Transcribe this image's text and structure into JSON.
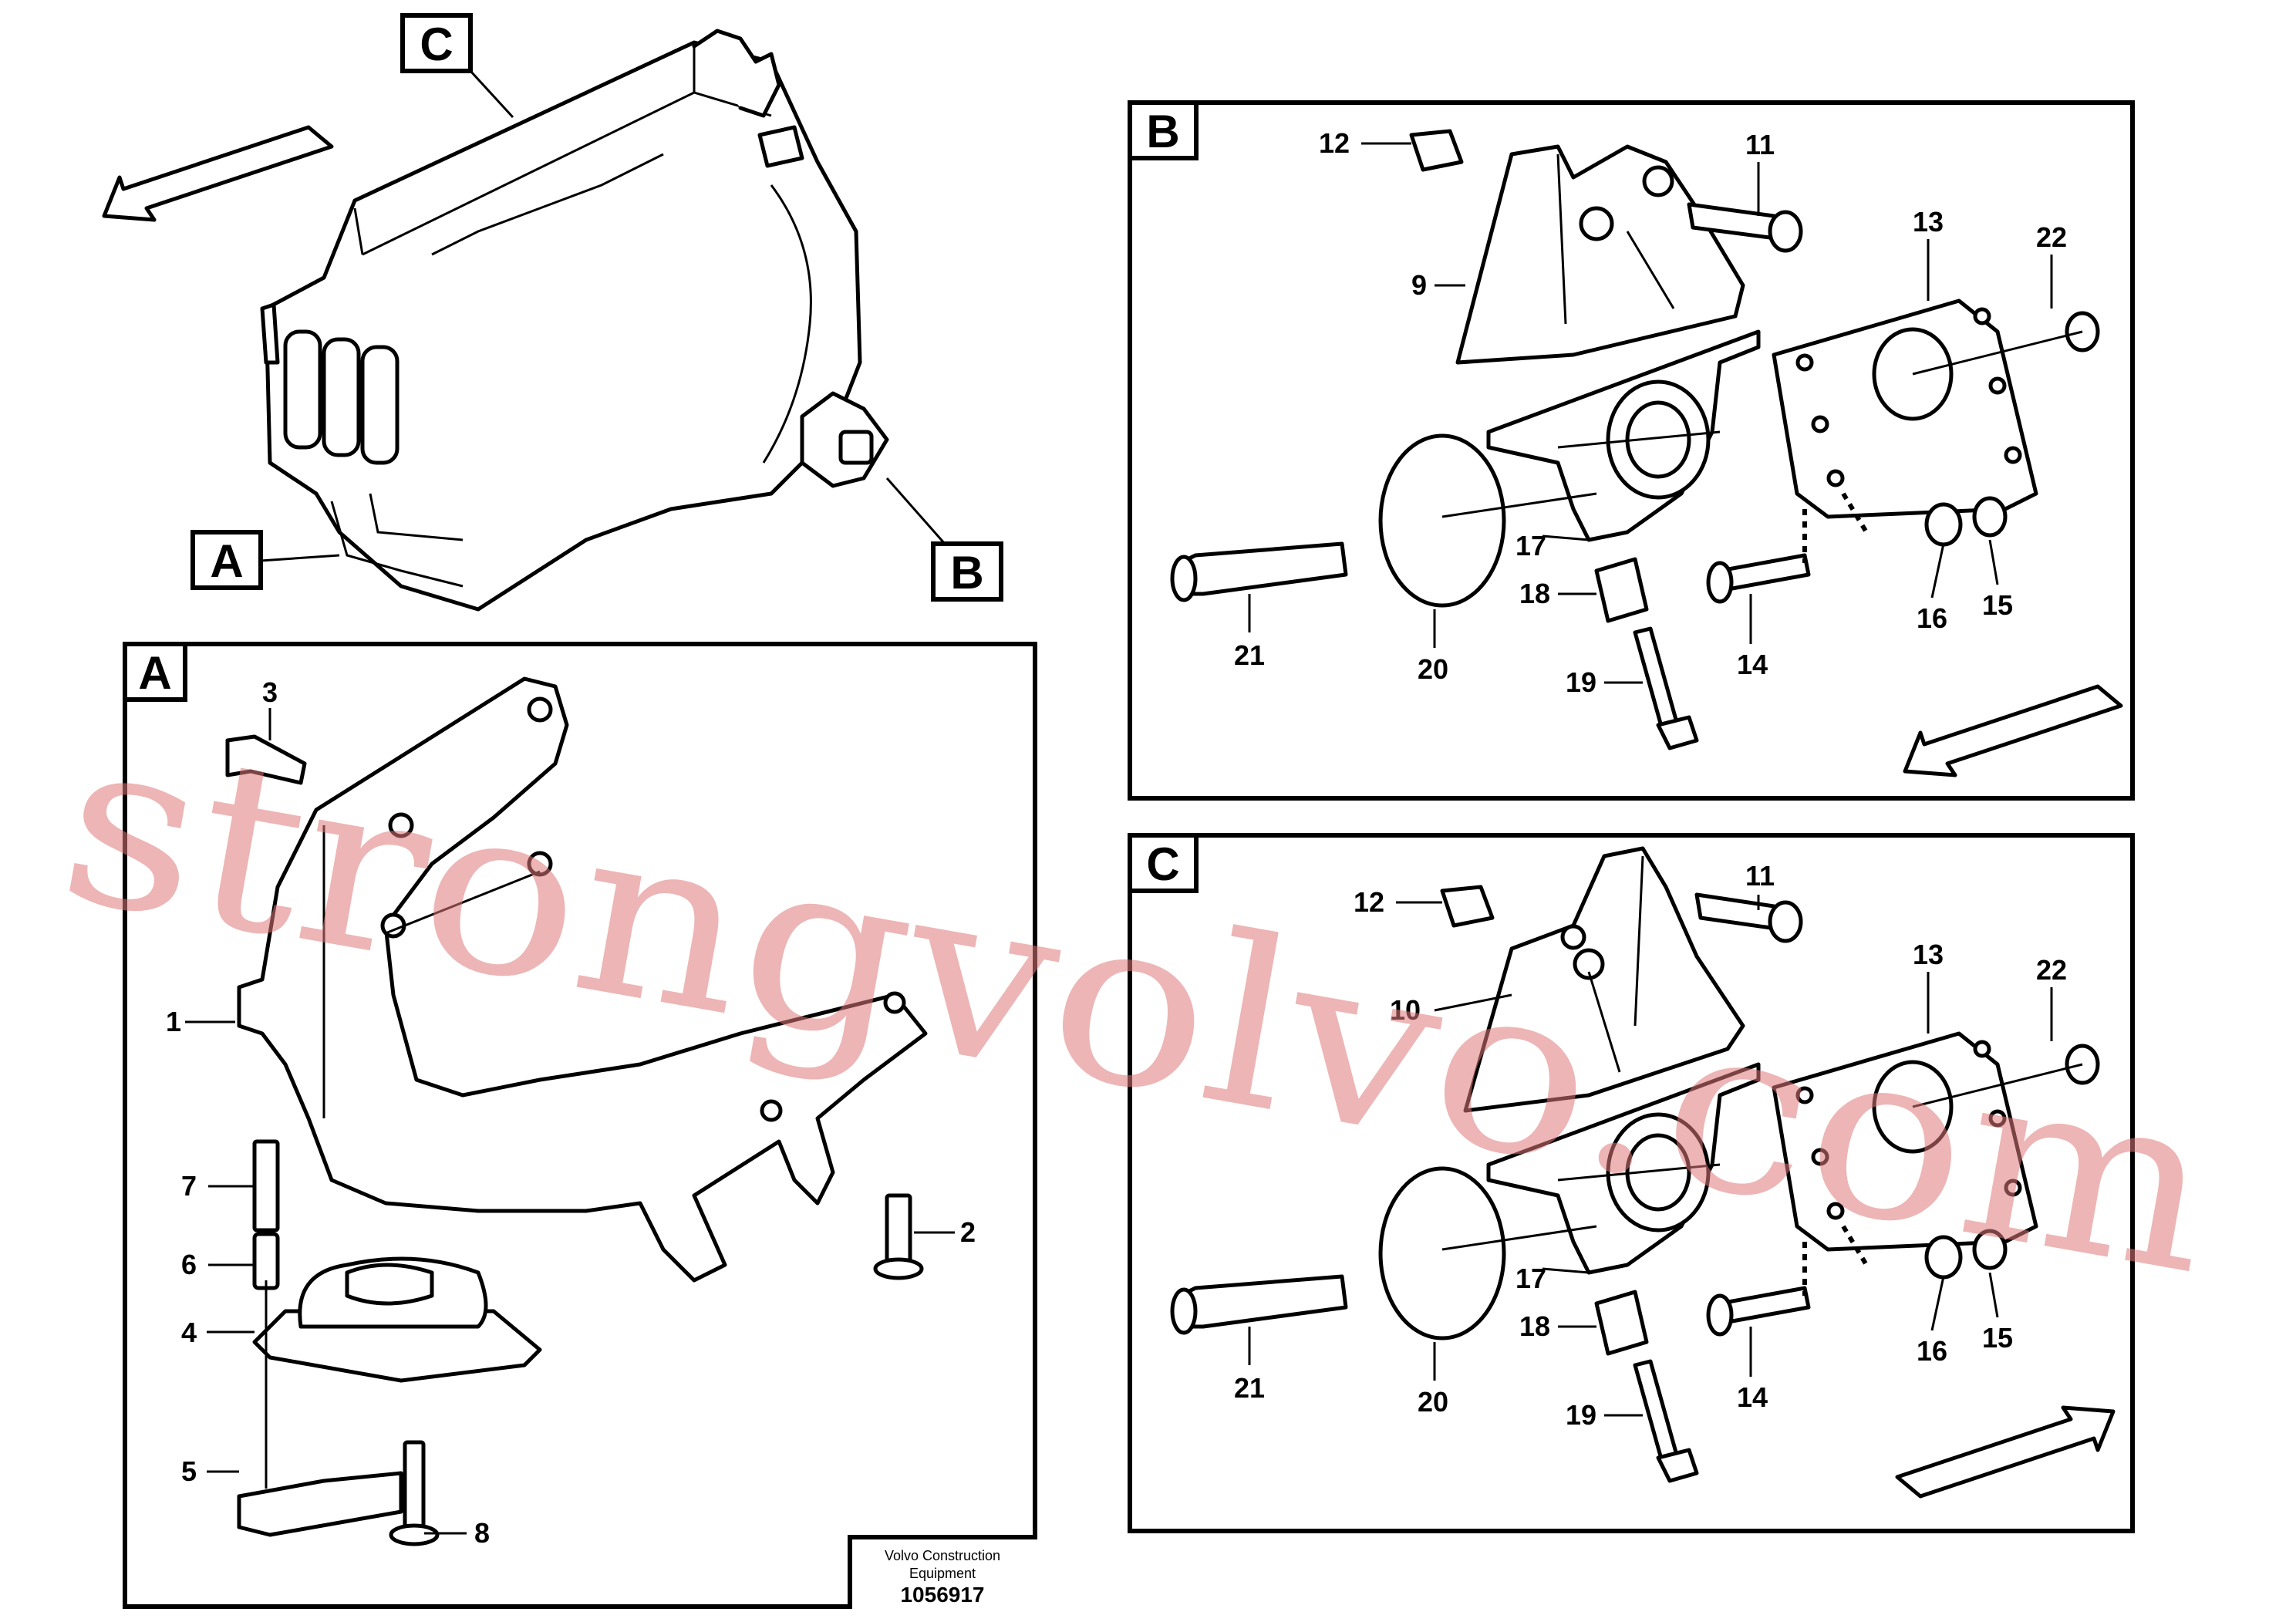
{
  "overview": {
    "callouts": [
      "C",
      "A",
      "B"
    ]
  },
  "panel_a": {
    "letter": "A",
    "labels": [
      "3",
      "1",
      "7",
      "6",
      "4",
      "5",
      "2",
      "8"
    ]
  },
  "panel_b": {
    "letter": "B",
    "labels": [
      "12",
      "11",
      "9",
      "13",
      "22",
      "17",
      "18",
      "19",
      "21",
      "20",
      "14",
      "16",
      "15"
    ]
  },
  "panel_c": {
    "letter": "C",
    "labels": [
      "12",
      "11",
      "10",
      "13",
      "22",
      "17",
      "18",
      "19",
      "21",
      "20",
      "14",
      "16",
      "15"
    ]
  },
  "footer": {
    "company_line1": "Volvo Construction",
    "company_line2": "Equipment",
    "drawing_number": "1056917"
  },
  "watermark": "strongvolvo.com",
  "colors": {
    "ink": "#000000",
    "watermark": "#de7878",
    "background": "#ffffff"
  }
}
